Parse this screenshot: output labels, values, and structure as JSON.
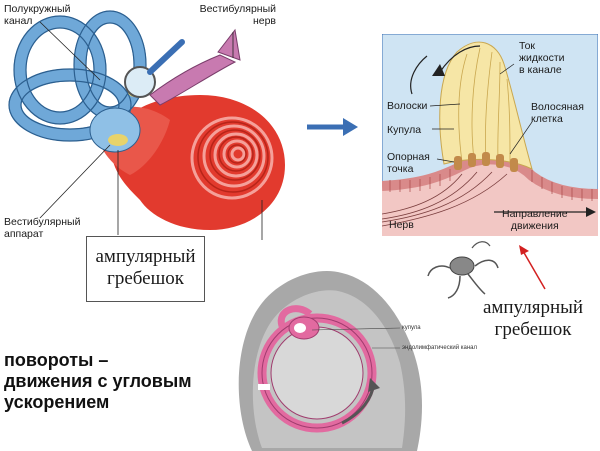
{
  "ear_diagram": {
    "semicircular_canal_label": [
      "Полукружный",
      "канал"
    ],
    "vestibular_nerve_label": [
      "Вестибулярный",
      "нерв"
    ],
    "vestibular_apparatus_label": [
      "Вестибулярный",
      "аппарат"
    ]
  },
  "ampulla_box": {
    "label_line1": "ампулярный",
    "label_line2": "гребешок"
  },
  "cupula_diagram": {
    "flow_label": [
      "Ток",
      "жидкости",
      "в канале"
    ],
    "hairs_label": "Волоски",
    "cupula_label": "Купула",
    "hair_cell_label": [
      "Волосяная",
      "клетка"
    ],
    "support_point_label": [
      "Опорная",
      "точка"
    ],
    "nerve_label": "Нерв",
    "direction_label": [
      "Направление",
      "движения"
    ]
  },
  "right_caption": {
    "line1": "ампулярный",
    "line2": "гребешок"
  },
  "head_diagram": {
    "cupula_small": "купула",
    "canal_small": "эндолимфатический канал"
  },
  "bottom_caption": {
    "line1": "повороты –",
    "line2": "движения с угловым",
    "line3": "ускорением"
  },
  "colors": {
    "cochlea_red": "#e23a2e",
    "canal_blue": "#6fa8d8",
    "panel_bg": "#cfe4f3",
    "cupula_yellow": "#f6e6a6",
    "tissue_pink": "#d98a8a",
    "arrow_blue": "#3b6fb4",
    "arrow_red": "#d32020"
  },
  "icons": [
    "magnifier-icon",
    "arrow-right-icon",
    "arrow-red-icon"
  ]
}
